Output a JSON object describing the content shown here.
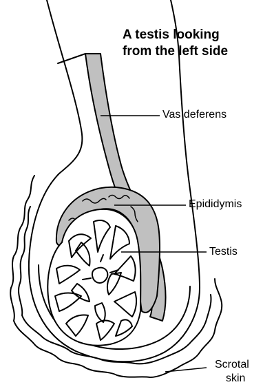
{
  "title": {
    "line1": "A testis looking",
    "line2": "from the left side"
  },
  "labels": {
    "vas_deferens": "Vas deferens",
    "epididymis": "Epididymis",
    "testis": "Testis",
    "scrotal_line1": "Scrotal",
    "scrotal_line2": "skin"
  },
  "colors": {
    "outline": "#000000",
    "duct_fill": "#c0c0c0",
    "background": "#ffffff"
  }
}
